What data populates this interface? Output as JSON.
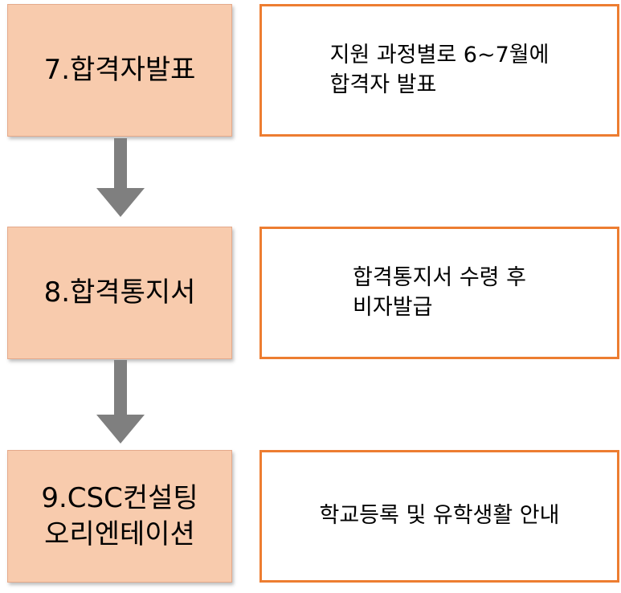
{
  "steps": [
    {
      "lines": [
        "7.합격자발표"
      ],
      "description": [
        "지원 과정별로 6~7월에",
        "합격자 발표"
      ]
    },
    {
      "lines": [
        "8.합격통지서"
      ],
      "description": [
        "합격통지서 수령 후",
        "비자발급"
      ]
    },
    {
      "lines": [
        "9.CSC컨설팅",
        "오리엔테이션"
      ],
      "description": [
        "학교등록 및 유학생활 안내"
      ]
    }
  ],
  "colors": {
    "step_fill": "#f8cbad",
    "description_border": "#ed7d31",
    "arrow": "#7f7f7f"
  }
}
